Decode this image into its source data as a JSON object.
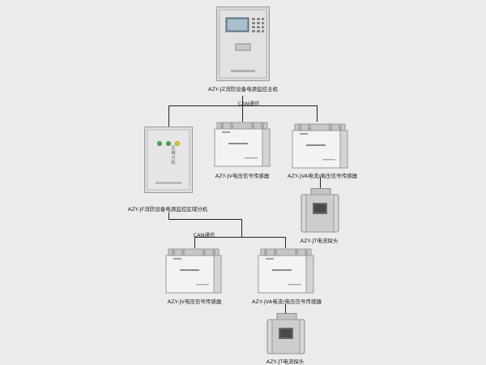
{
  "main_host": {
    "label": "AZY-JZ消防设备电源监控主机",
    "screen_text": "",
    "brand": ""
  },
  "bus_top": {
    "label": "CAN通信"
  },
  "bus_bottom": {
    "label": "CAN通信"
  },
  "zone_unit": {
    "label": "AZY-JF消防设备电源监控区域分机",
    "panel_text": "区 域 分 机"
  },
  "sensor_voltage_top": {
    "label": "AZY-JV电压信号传感器"
  },
  "sensor_vi_top": {
    "label": "AZY-JVA电流/电压信号传感器"
  },
  "ct_top": {
    "label": "AZY-JT电流探头"
  },
  "sensor_voltage_bottom": {
    "label": "AZY-JV电压信号传感器"
  },
  "sensor_vi_bottom": {
    "label": "AZY-JVA电流/电压信号传感器"
  },
  "ct_bottom": {
    "label": "AZY-JT电流探头"
  },
  "colors": {
    "background": "#ebebeb",
    "cabinet": "#dcdcdc",
    "module": "#f2f2f2",
    "line": "#222222"
  }
}
